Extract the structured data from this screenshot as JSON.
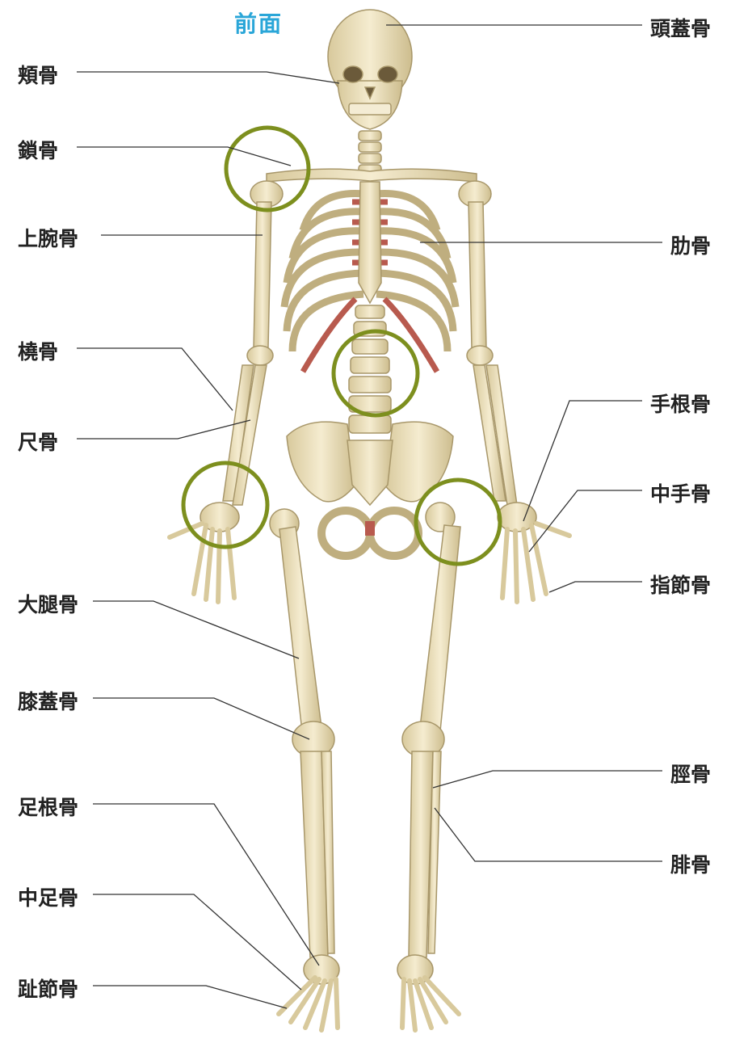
{
  "title": "前面",
  "labels": {
    "skull": "頭蓋骨",
    "zygomatic": "頬骨",
    "clavicle": "鎖骨",
    "humerus": "上腕骨",
    "ribs": "肋骨",
    "radius": "橈骨",
    "ulna": "尺骨",
    "carpals": "手根骨",
    "metacarpals": "中手骨",
    "phalanges_hand": "指節骨",
    "femur": "大腿骨",
    "patella": "膝蓋骨",
    "tibia": "脛骨",
    "fibula": "腓骨",
    "tarsals": "足根骨",
    "metatarsals": "中足骨",
    "phalanges_foot": "趾節骨"
  },
  "colors": {
    "title": "#2aa6d8",
    "bone": "#efe3bf",
    "bone_shadow": "#c9b98a",
    "cartilage": "#b85a4e",
    "highlight_circle": "#7d8f1e",
    "leader_line": "#333333"
  }
}
